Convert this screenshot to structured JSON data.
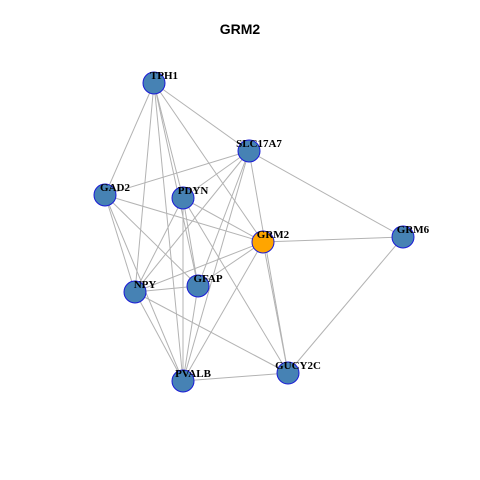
{
  "title": "GRM2",
  "colors": {
    "default_node": "#4682b4",
    "focus_node": "#ffa500",
    "node_border": "#1a1ad6",
    "edge": "#b3b3b3"
  },
  "nodes": [
    {
      "id": "TPH1",
      "label": "TPH1",
      "color": "#4682b4"
    },
    {
      "id": "SLC17A7",
      "label": "SLC17A7",
      "color": "#4682b4"
    },
    {
      "id": "GAD2",
      "label": "GAD2",
      "color": "#4682b4"
    },
    {
      "id": "PDYN",
      "label": "PDYN",
      "color": "#4682b4"
    },
    {
      "id": "GRM2",
      "label": "GRM2",
      "color": "#ffa500"
    },
    {
      "id": "GRM6",
      "label": "GRM6",
      "color": "#4682b4"
    },
    {
      "id": "NPY",
      "label": "NPY",
      "color": "#4682b4"
    },
    {
      "id": "GFAP",
      "label": "GFAP",
      "color": "#4682b4"
    },
    {
      "id": "GUCY2C",
      "label": "GUCY2C",
      "color": "#4682b4"
    },
    {
      "id": "PVALB",
      "label": "PVALB",
      "color": "#4682b4"
    }
  ],
  "edges": [
    [
      "TPH1",
      "SLC17A7"
    ],
    [
      "TPH1",
      "GAD2"
    ],
    [
      "TPH1",
      "PDYN"
    ],
    [
      "TPH1",
      "GRM2"
    ],
    [
      "TPH1",
      "NPY"
    ],
    [
      "TPH1",
      "GFAP"
    ],
    [
      "TPH1",
      "PVALB"
    ],
    [
      "SLC17A7",
      "GAD2"
    ],
    [
      "SLC17A7",
      "PDYN"
    ],
    [
      "SLC17A7",
      "GRM6"
    ],
    [
      "SLC17A7",
      "NPY"
    ],
    [
      "SLC17A7",
      "GFAP"
    ],
    [
      "SLC17A7",
      "PVALB"
    ],
    [
      "SLC17A7",
      "GUCY2C"
    ],
    [
      "GAD2",
      "GRM2"
    ],
    [
      "GAD2",
      "NPY"
    ],
    [
      "GAD2",
      "GFAP"
    ],
    [
      "GAD2",
      "PVALB"
    ],
    [
      "PDYN",
      "GRM2"
    ],
    [
      "PDYN",
      "NPY"
    ],
    [
      "PDYN",
      "GFAP"
    ],
    [
      "PDYN",
      "PVALB"
    ],
    [
      "PDYN",
      "GUCY2C"
    ],
    [
      "GRM2",
      "GRM6"
    ],
    [
      "GRM2",
      "NPY"
    ],
    [
      "GRM2",
      "GFAP"
    ],
    [
      "GRM2",
      "PVALB"
    ],
    [
      "GRM2",
      "GUCY2C"
    ],
    [
      "GRM6",
      "GUCY2C"
    ],
    [
      "NPY",
      "GFAP"
    ],
    [
      "NPY",
      "PVALB"
    ],
    [
      "NPY",
      "GUCY2C"
    ],
    [
      "GFAP",
      "PVALB"
    ],
    [
      "PVALB",
      "GUCY2C"
    ]
  ]
}
